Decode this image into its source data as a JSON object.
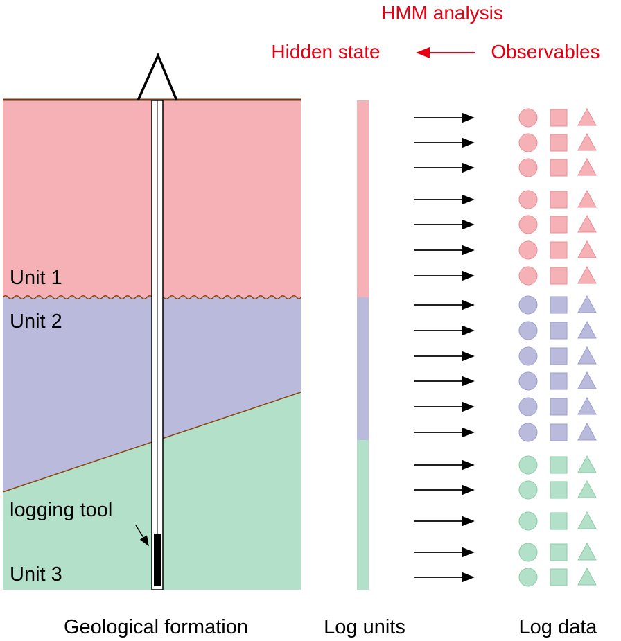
{
  "header": {
    "analysis": "HMM analysis",
    "hidden_state": "Hidden state",
    "observables": "Observables"
  },
  "formation": {
    "unit1": "Unit 1",
    "unit2": "Unit 2",
    "unit3": "Unit 3",
    "tool_label": "logging tool"
  },
  "footer": {
    "geological": "Geological formation",
    "log_units": "Log units",
    "log_data": "Log data"
  },
  "colors": {
    "unit1": "#f6b1b6",
    "unit2": "#babbdc",
    "unit3": "#b3e0c8",
    "accent_red": "#e60012",
    "boundary": "#8b4513"
  },
  "log_data_rows": [
    "unit1",
    "unit1",
    "unit1",
    "unit1",
    "unit1",
    "unit1",
    "unit1",
    "unit2",
    "unit2",
    "unit2",
    "unit2",
    "unit2",
    "unit2",
    "unit3",
    "unit3",
    "unit3",
    "unit3",
    "unit3"
  ],
  "symbols": [
    "circle-icon",
    "square-icon",
    "triangle-icon"
  ]
}
